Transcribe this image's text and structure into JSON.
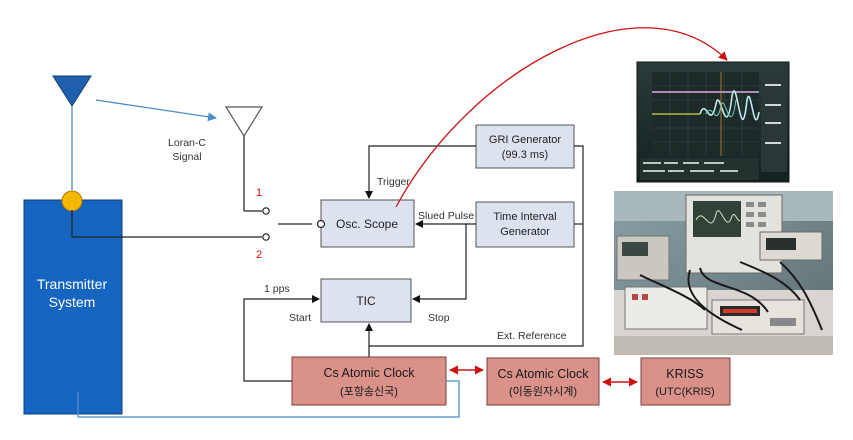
{
  "diagram": {
    "transmitter": {
      "line1": "Transmitter",
      "line2": "System"
    },
    "antenna_label": {
      "line1": "Loran-C",
      "line2": "Signal"
    },
    "switch_labels": {
      "pos1": "1",
      "pos2": "2"
    },
    "osc_scope": "Osc. Scope",
    "gri_generator": {
      "line1": "GRI Generator",
      "line2": "(99.3 ms)"
    },
    "time_interval_generator": {
      "line1": "Time Interval",
      "line2": "Generator"
    },
    "tic": "TIC",
    "cs_clock_local": {
      "line1": "Cs Atomic Clock",
      "line2": "(포항송신국)"
    },
    "cs_clock_mobile": {
      "line1": "Cs Atomic Clock",
      "line2": "(이동원자시계)"
    },
    "kriss": {
      "line1": "KRISS",
      "line2": "(UTC(KRIS)"
    },
    "labels": {
      "trigger": "Trigger",
      "slued_pulse": "Slued Pulse",
      "one_pps": "1 pps",
      "start": "Start",
      "stop": "Stop",
      "ext_reference": "Ext. Reference"
    },
    "colors": {
      "transmitter_fill": "#1565c0",
      "antenna_fill": "#1f5fae",
      "gray_box": "#dce3ef",
      "red_box": "#d9918a",
      "arrow_red": "#cc1111",
      "blue_line": "#4a8ec8",
      "junction": "#f5b800"
    }
  }
}
